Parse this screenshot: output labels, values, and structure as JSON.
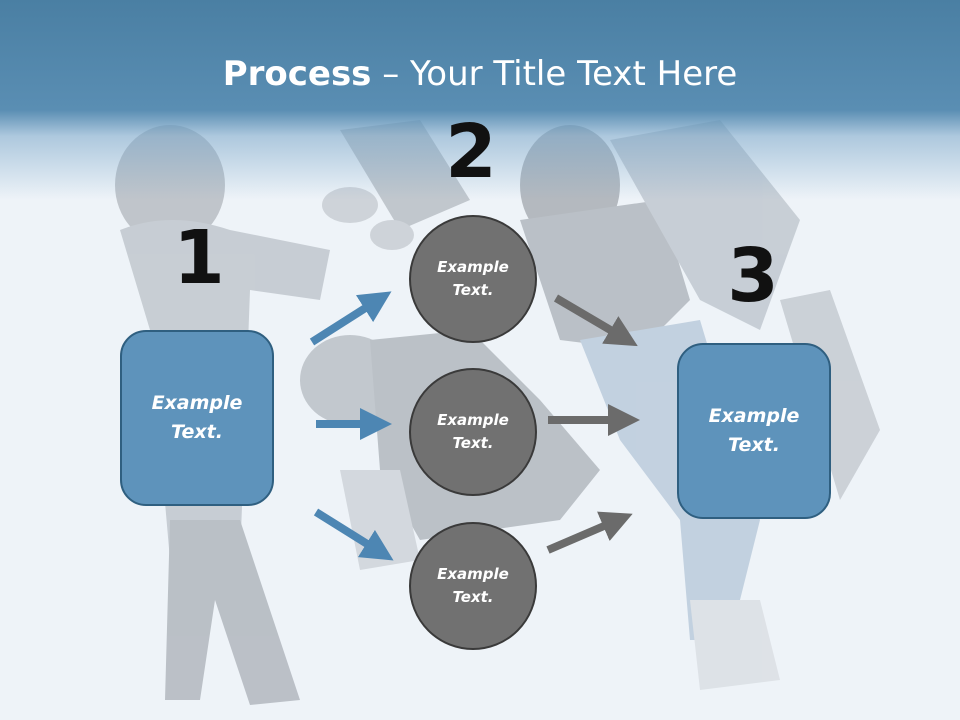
{
  "title": {
    "bold": "Process",
    "rest": " – Your Title Text Here"
  },
  "steps": [
    {
      "number": "1",
      "text": "Example Text."
    },
    {
      "number": "2",
      "text": "Example Text."
    },
    {
      "number": "3",
      "text": "Example Text."
    }
  ],
  "circles": [
    {
      "text": "Example Text."
    },
    {
      "text": "Example Text."
    },
    {
      "text": "Example Text."
    }
  ],
  "colors": {
    "header": "#4a7fa3",
    "box_fill": "#5e93bb",
    "box_border": "#2f5f80",
    "circle_fill": "#717171",
    "arrow_blue": "#4d86b3",
    "arrow_gray": "#6b6b6b"
  }
}
